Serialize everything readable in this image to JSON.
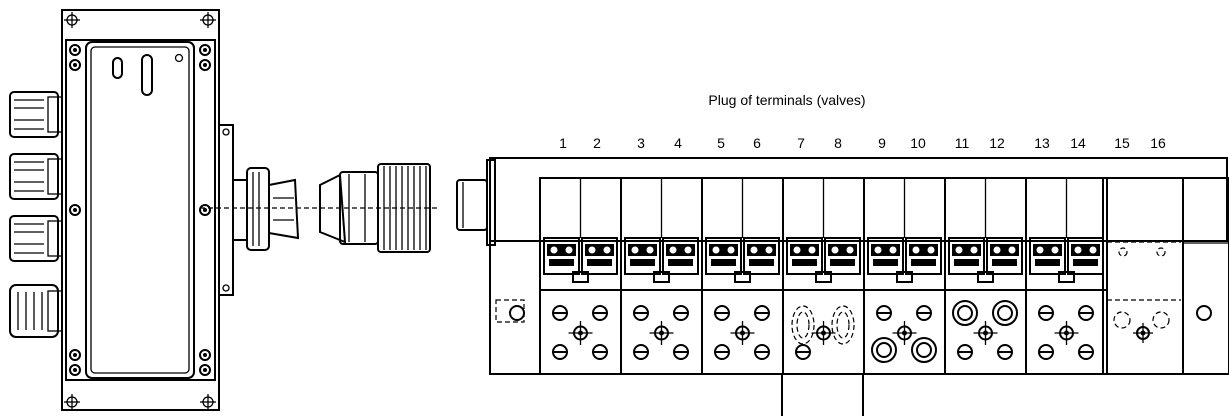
{
  "diagram": {
    "title": "Plug of terminals (valves)",
    "terminal_numbers": [
      "1",
      "2",
      "3",
      "4",
      "5",
      "6",
      "7",
      "8",
      "9",
      "10",
      "11",
      "12",
      "13",
      "14",
      "15",
      "16"
    ]
  }
}
